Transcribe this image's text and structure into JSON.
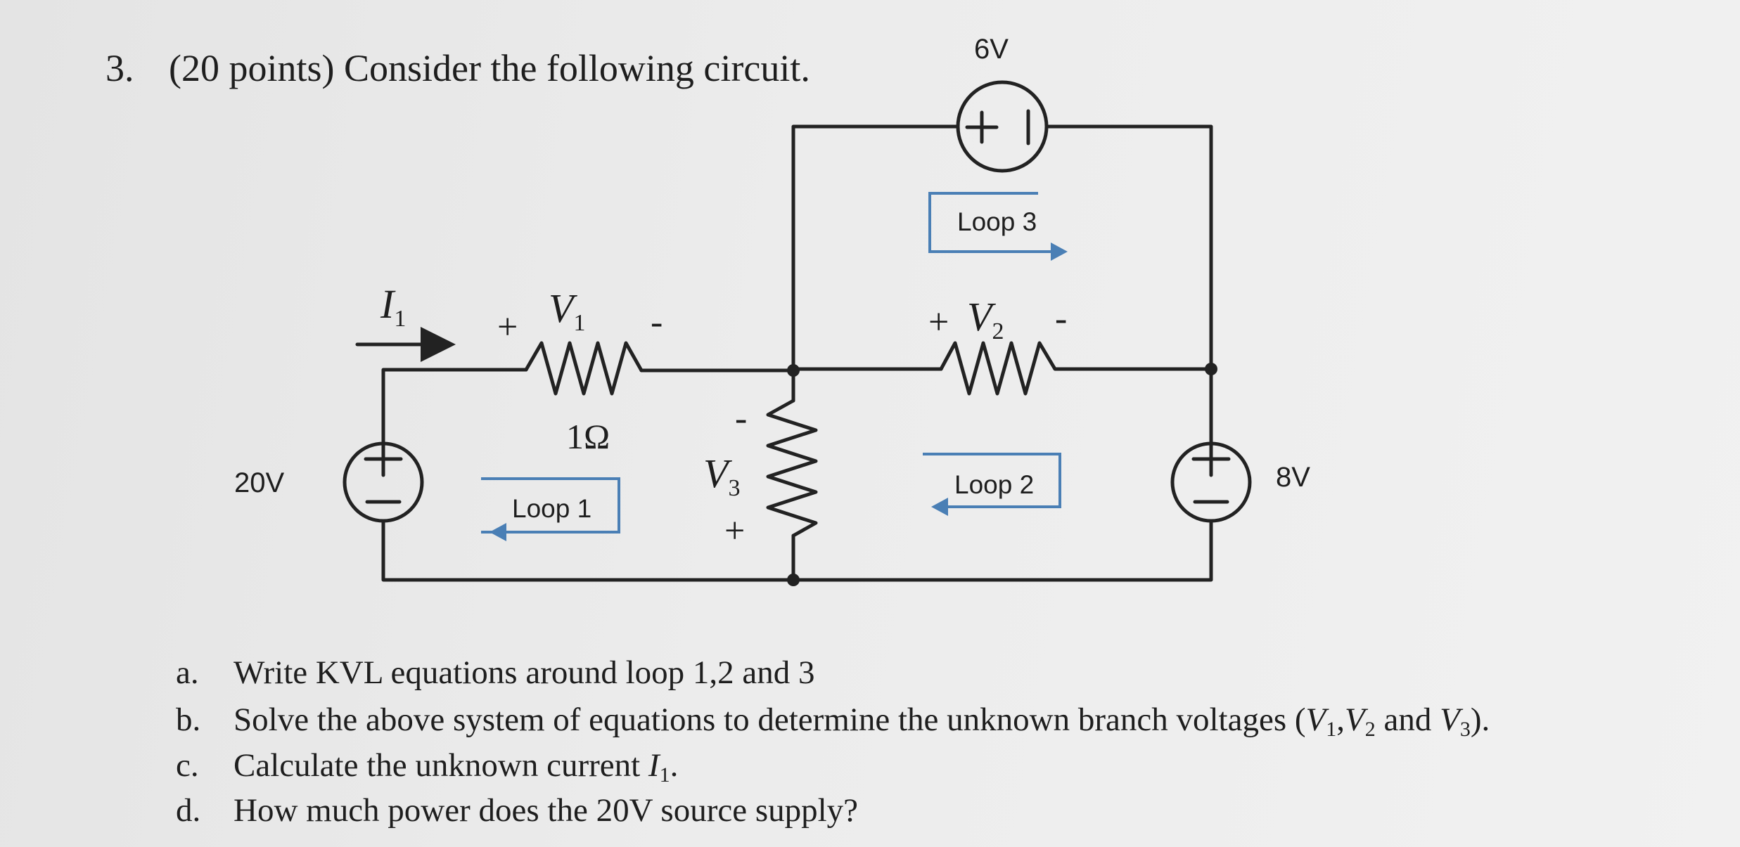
{
  "problem": {
    "number": "3.",
    "statement": "(20 points) Consider the following circuit."
  },
  "circuit": {
    "sources": {
      "left_voltage": "20V",
      "top_voltage": "6V",
      "right_voltage": "8V"
    },
    "resistor_1_value": "1Ω",
    "labels": {
      "current_symbol": "I",
      "current_sub": "1",
      "v1_symbol": "V",
      "v1_sub": "1",
      "v2_symbol": "V",
      "v2_sub": "2",
      "v3_symbol": "V",
      "v3_sub": "3",
      "plus": "+",
      "minus": "-"
    },
    "loops": {
      "loop1": "Loop 1",
      "loop2": "Loop 2",
      "loop3": "Loop 3"
    },
    "colors": {
      "wire": "#222222",
      "loop_box": "#4a7fb5"
    }
  },
  "questions": {
    "a_letter": "a.",
    "a_text": "Write KVL equations around loop 1,2 and 3",
    "b_letter": "b.",
    "b_text_1": "Solve the above system of equations to determine the unknown branch voltages (",
    "b_v": "V",
    "b_sub1": "1",
    "b_comma": ",",
    "b_sub2": "2",
    "b_and": " and ",
    "b_sub3": "3",
    "b_end": ").",
    "c_letter": "c.",
    "c_text": "Calculate the unknown current ",
    "c_i": "I",
    "c_sub": "1",
    "c_end": ".",
    "d_letter": "d.",
    "d_text": "How much power does the 20V source supply?"
  }
}
